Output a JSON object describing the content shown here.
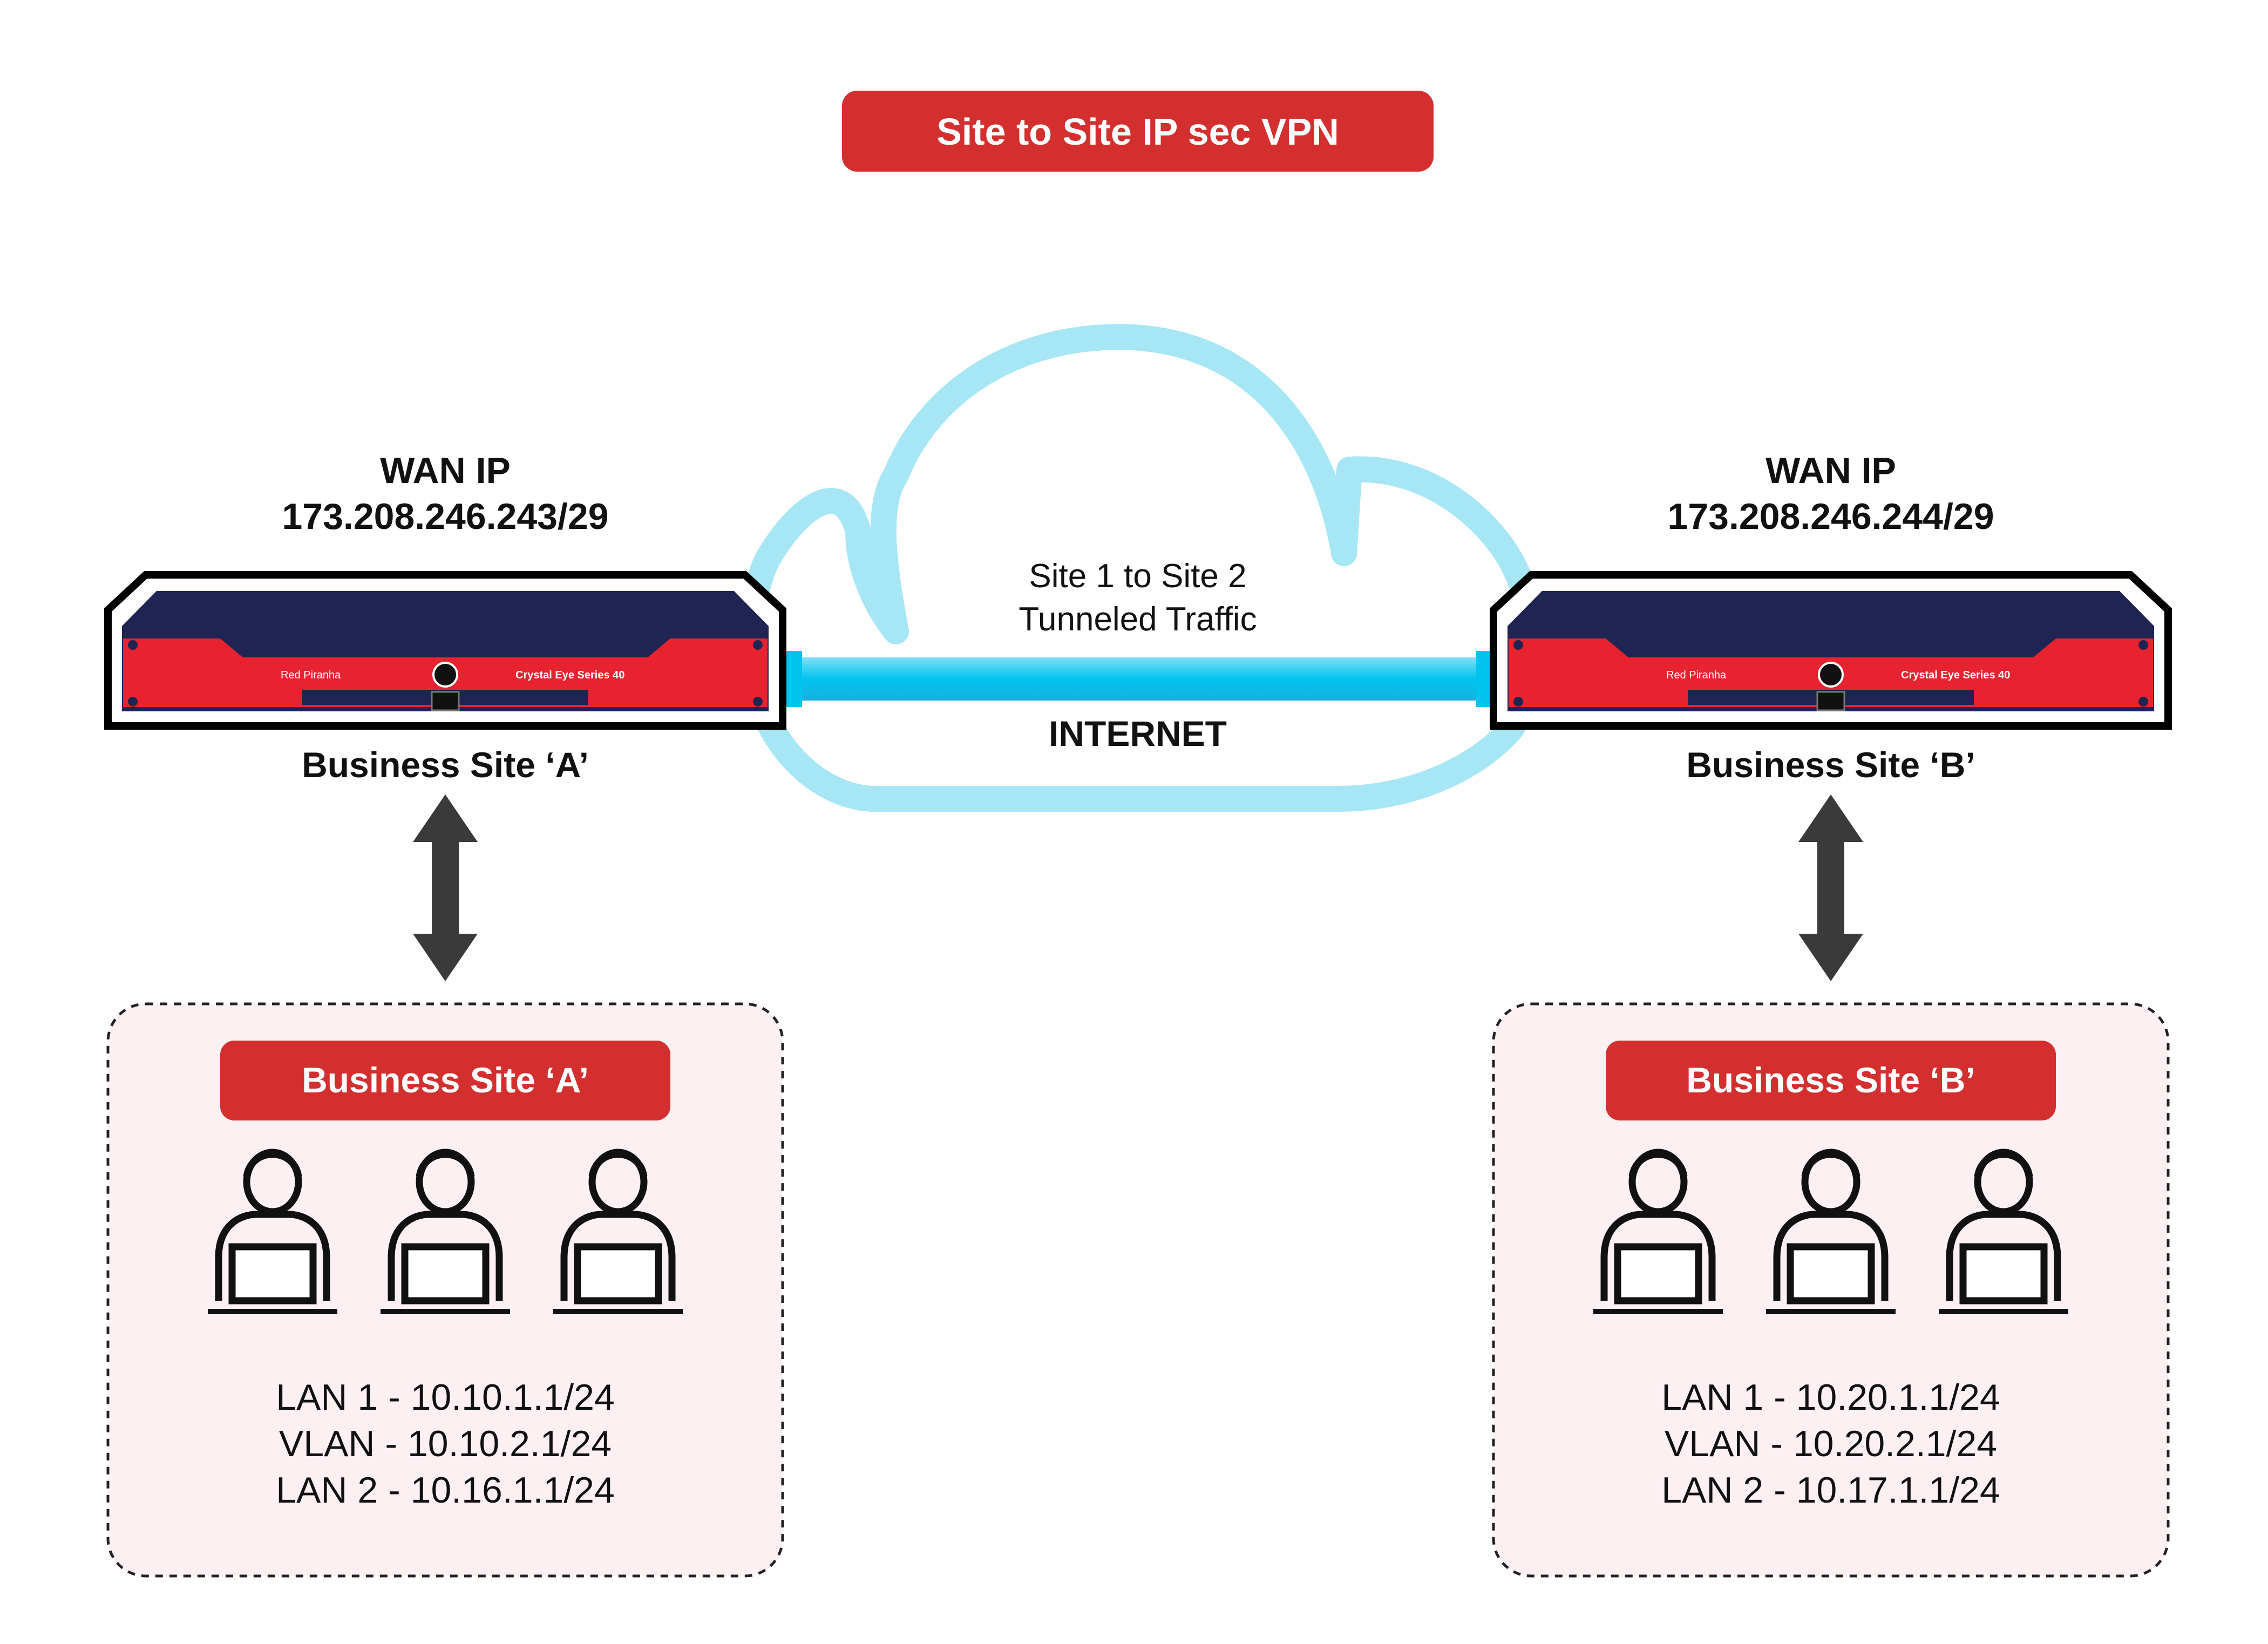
{
  "title": "Site to Site IP sec VPN",
  "cloud": {
    "tunnel_line1": "Site 1 to Site 2",
    "tunnel_line2": "Tunneled Traffic",
    "internet_label": "INTERNET"
  },
  "site_a": {
    "wan_label": "WAN IP",
    "wan_ip": "173.208.246.243/29",
    "device_brand": "Red Piranha",
    "device_model": "Crystal Eye Series 40",
    "site_label": "Business Site ‘A’",
    "box_title": "Business Site ‘A’",
    "lans": [
      "LAN 1 - 10.10.1.1/24",
      "VLAN - 10.10.2.1/24",
      "LAN 2 - 10.16.1.1/24"
    ]
  },
  "site_b": {
    "wan_label": "WAN IP",
    "wan_ip": "173.208.246.244/29",
    "device_brand": "Red Piranha",
    "device_model": "Crystal Eye Series 40",
    "site_label": "Business Site ‘B’",
    "box_title": "Business Site ‘B’",
    "lans": [
      "LAN 1 - 10.20.1.1/24",
      "VLAN - 10.20.2.1/24",
      "LAN 2 - 10.17.1.1/24"
    ]
  },
  "colors": {
    "accent_red": "#d32f2f",
    "device_red": "#e8232f",
    "device_navy": "#1f2452",
    "cloud_blue": "#a6e6f5",
    "tunnel_cyan": "#00c4f0",
    "box_fill": "#fdf0f3",
    "arrow_gray": "#3a3a3a",
    "text": "#111111"
  }
}
